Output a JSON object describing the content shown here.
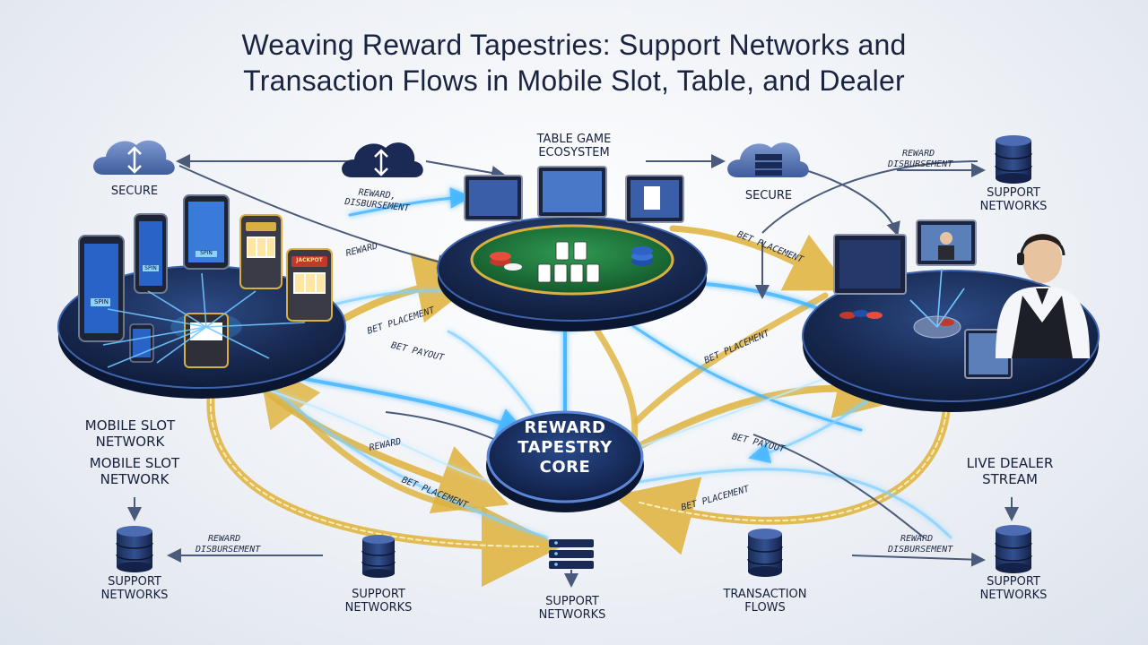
{
  "title": {
    "line1": "Weaving Reward Tapestries: Support Networks and",
    "line2": "Transaction Flows in Mobile Slot, Table, and Dealer"
  },
  "hubs": {
    "table": {
      "label_line1": "TABLE GAME",
      "label_line2": "ECOSYSTEM"
    },
    "core": {
      "line1": "REWARD",
      "line2": "TAPESTRY",
      "line3": "CORE"
    },
    "mobile_slot_a": {
      "line1": "MOBILE SLOT",
      "line2": "NETWORK"
    },
    "mobile_slot_b": {
      "line1": "MOBILE SLOT",
      "line2": "NETWORK"
    },
    "live_dealer": {
      "line1": "LIVE DEALER",
      "line2": "STREAM"
    }
  },
  "nodes": {
    "secure_left": "SECURE",
    "secure_right": "SECURE",
    "support_top_right": {
      "line1": "SUPPORT",
      "line2": "NETWORKS"
    },
    "support_bottom_left": {
      "line1": "SUPPORT",
      "line2": "NETWORKS"
    },
    "support_bottom_mid_left": {
      "line1": "SUPPORT",
      "line2": "NETWORKS"
    },
    "support_bottom_center": {
      "line1": "SUPPORT",
      "line2": "NETWORKS"
    },
    "transaction_flows": {
      "line1": "TRANSACTION",
      "line2": "FLOWS"
    },
    "support_bottom_right": {
      "line1": "SUPPORT",
      "line2": "NETWORKS"
    }
  },
  "flow_labels": {
    "reward_disbursement_top": {
      "line1": "REWARD,",
      "line2": "DISBURSEMENT"
    },
    "reward_disbursement_top_right": {
      "line1": "REWARD",
      "line2": "DISBURSEMENT"
    },
    "reward_left": "REWARD",
    "bet_placement_top_right": "BET PLACEMENT",
    "bet_placement_left": "BET PLACEMENT",
    "bet_payout": "BET PAYOUT",
    "bet_placement_right": "BET PLACEMENT",
    "reward_mid_left": "REWARD",
    "bet_placement_mid_left": "BET PLACEMENT",
    "bet_payout_right": "BET PAYOUT",
    "bet_placement_mid_right": "BET PLACEMENT",
    "reward_disbursement_bottom_left": {
      "line1": "REWARD",
      "line2": "DISBURSEMENT"
    },
    "reward_disbursement_bottom_right": {
      "line1": "REWARD",
      "line2": "DISBURSEMENT"
    }
  },
  "device_text": {
    "spin_label": "SPIN",
    "jackpot_label": "JACKPOT"
  },
  "colors": {
    "navy": "#162447",
    "platform_edge": "#2b4a8a",
    "glow_blue": "#3fb4ff",
    "gold": "#e0b23a",
    "felt_green": "#1f7a3e"
  }
}
